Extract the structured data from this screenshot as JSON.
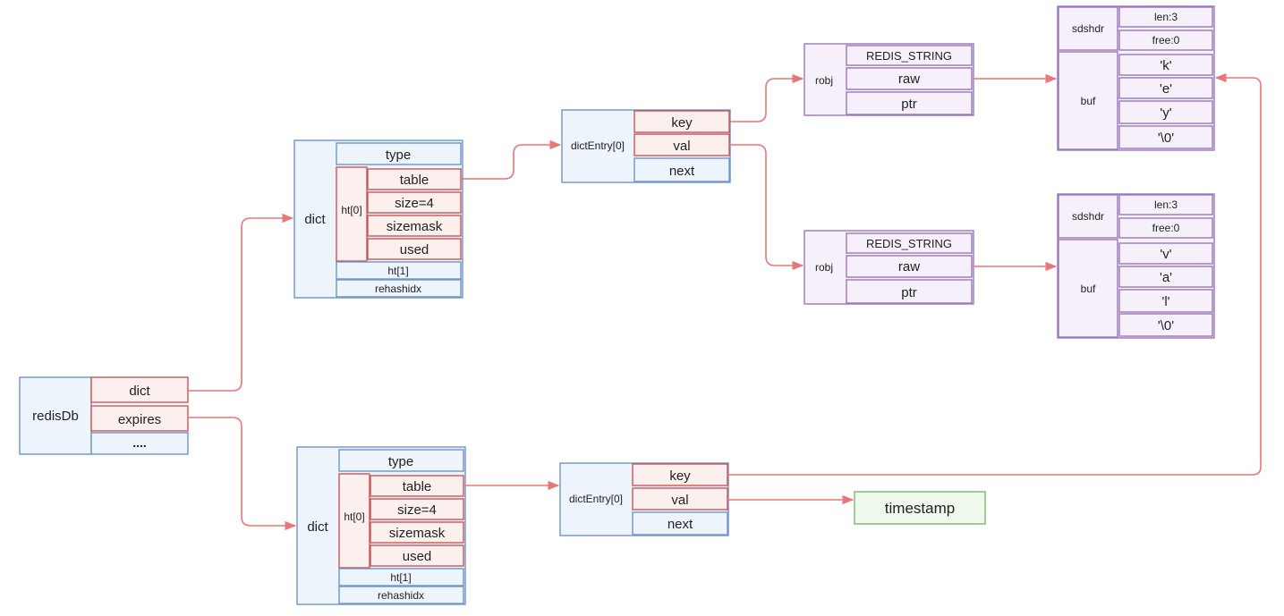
{
  "redisDb": {
    "name": "redisDb",
    "fields": [
      "dict",
      "expires",
      "...."
    ]
  },
  "dict_main": {
    "name": "dict",
    "type": "type",
    "ht0": "ht[0]",
    "ht0_fields": [
      "table",
      "size=4",
      "sizemask",
      "used"
    ],
    "ht1": "ht[1]",
    "rehashidx": "rehashidx"
  },
  "dict_expires": {
    "name": "dict",
    "type": "type",
    "ht0": "ht[0]",
    "ht0_fields": [
      "table",
      "size=4",
      "sizemask",
      "used"
    ],
    "ht1": "ht[1]",
    "rehashidx": "rehashidx"
  },
  "entry_main": {
    "name": "dictEntry[0]",
    "fields": [
      "key",
      "val",
      "next"
    ]
  },
  "entry_expires": {
    "name": "dictEntry[0]",
    "fields": [
      "key",
      "val",
      "next"
    ]
  },
  "robj_key": {
    "name": "robj",
    "fields": [
      "REDIS_STRING",
      "raw",
      "ptr"
    ]
  },
  "robj_val": {
    "name": "robj",
    "fields": [
      "REDIS_STRING",
      "raw",
      "ptr"
    ]
  },
  "sds_key": {
    "name": "sdshdr",
    "len": "len:3",
    "free": "free:0",
    "buf": "buf",
    "chars": [
      "'k'",
      "'e'",
      "'y'",
      "'\\0'"
    ]
  },
  "sds_val": {
    "name": "sdshdr",
    "len": "len:3",
    "free": "free:0",
    "buf": "buf",
    "chars": [
      "'v'",
      "'a'",
      "'l'",
      "'\\0'"
    ]
  },
  "timestamp": {
    "label": "timestamp"
  },
  "colors": {
    "blue_border": "#6f95c9",
    "red_border": "#c9565a",
    "purple_border": "#9a78b8",
    "green_border": "#7fb56e",
    "arrow": "#e8777a"
  }
}
